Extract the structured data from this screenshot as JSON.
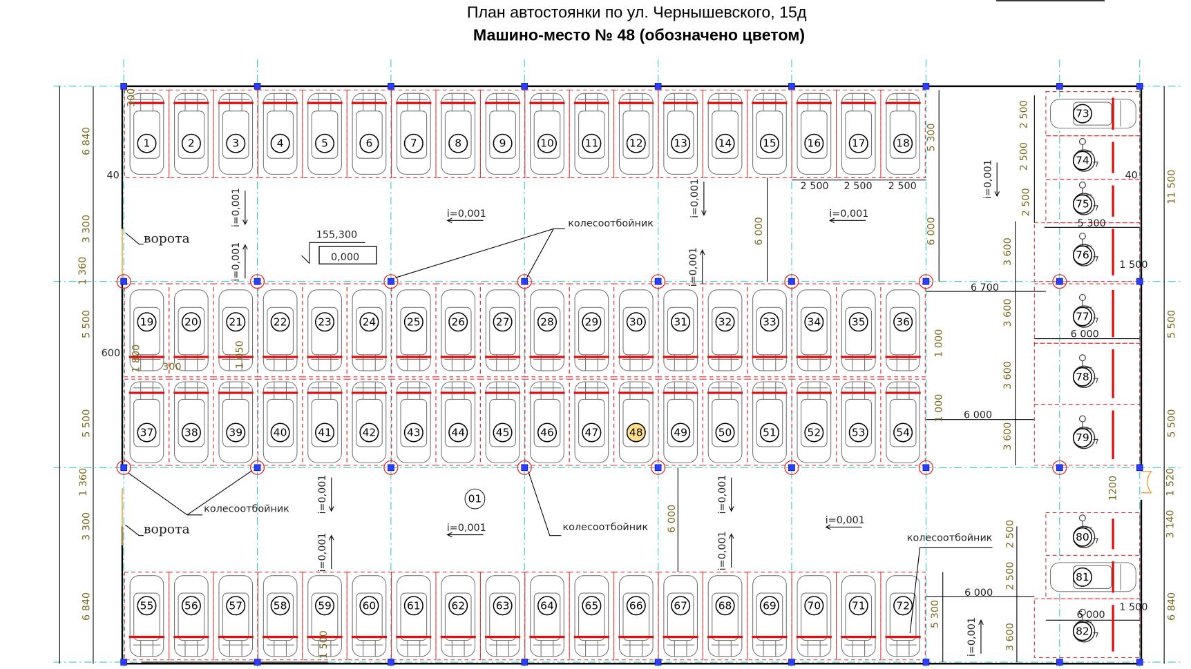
{
  "header": {
    "title": "План автостоянки по ул. Чернышевского, 15д",
    "subtitle": "Машино-место № 48 (обозначено цветом)"
  },
  "selected_spot": 48,
  "colors": {
    "spot_outline": "#e03030",
    "grid": "#33cccc",
    "bumper": "#e01010",
    "dimension": "#7a6a20",
    "column": "#2b3dff"
  },
  "rows": [
    {
      "name": "row-a",
      "numbers": [
        "1",
        "2",
        "3",
        "4",
        "5",
        "6",
        "7",
        "8",
        "9",
        "10",
        "11",
        "12",
        "13",
        "14",
        "15",
        "16",
        "17",
        "18"
      ]
    },
    {
      "name": "row-b",
      "numbers": [
        "19",
        "20",
        "21",
        "22",
        "23",
        "24",
        "25",
        "26",
        "27",
        "28",
        "29",
        "30",
        "31",
        "32",
        "33",
        "34",
        "35",
        "36"
      ]
    },
    {
      "name": "row-c",
      "numbers": [
        "37",
        "38",
        "39",
        "40",
        "41",
        "42",
        "43",
        "44",
        "45",
        "46",
        "47",
        "48",
        "49",
        "50",
        "51",
        "52",
        "53",
        "54"
      ]
    },
    {
      "name": "row-d",
      "numbers": [
        "55",
        "56",
        "57",
        "58",
        "59",
        "60",
        "61",
        "62",
        "63",
        "64",
        "65",
        "66",
        "67",
        "68",
        "69",
        "70",
        "71",
        "72"
      ]
    }
  ],
  "right_spots": [
    {
      "number": "73",
      "type": "car"
    },
    {
      "number": "74",
      "type": "accessible"
    },
    {
      "number": "75",
      "type": "accessible"
    },
    {
      "number": "76",
      "type": "accessible"
    },
    {
      "number": "77",
      "type": "accessible"
    },
    {
      "number": "78",
      "type": "accessible"
    },
    {
      "number": "79",
      "type": "accessible"
    },
    {
      "number": "80",
      "type": "accessible"
    },
    {
      "number": "81",
      "type": "car"
    },
    {
      "number": "82",
      "type": "accessible"
    }
  ],
  "labels": {
    "gate": "ворота",
    "wheel_stop": "колесоотбойник",
    "slope": "i=0,001",
    "elevation_abs": "155,300",
    "elevation_rel": "0,000",
    "room_number": "01"
  },
  "dims": [
    "6 840",
    "3 300",
    "1 360",
    "5 500",
    "5 500",
    "1 360",
    "3 300",
    "6 840",
    "300",
    "40",
    "600",
    "1 800",
    "300",
    "1 050",
    "1 500",
    "5 300",
    "2 500",
    "2 500",
    "2 500",
    "6 000",
    "6 000",
    "6 700",
    "1 000",
    "1 000",
    "6 000",
    "6 000",
    "6 000",
    "5 300",
    "2 500",
    "2 500",
    "2 500",
    "40",
    "5 300",
    "3 600",
    "1 500",
    "3 600",
    "6 000",
    "3 600",
    "3 600",
    "1200",
    "1 520",
    "3 140",
    "2 500",
    "2 500",
    "1 500",
    "6 000",
    "3 600",
    "11 500",
    "5 500",
    "5 500",
    "6 840"
  ]
}
